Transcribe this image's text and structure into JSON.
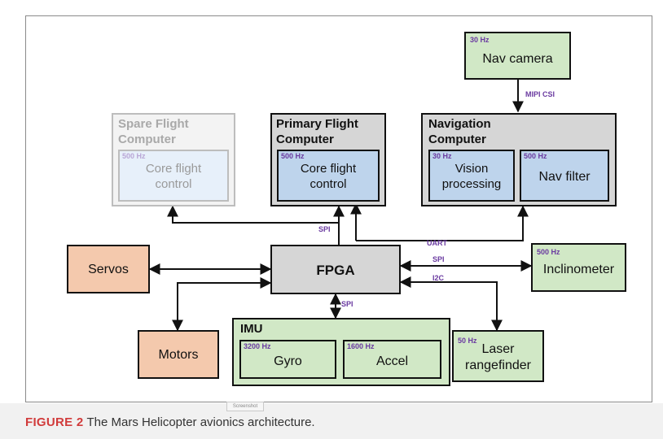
{
  "caption": {
    "figure_label": "FIGURE 2",
    "text": "The Mars Helicopter avionics architecture."
  },
  "blocks": {
    "nav_camera": {
      "freq": "30 Hz",
      "label": "Nav camera"
    },
    "spare": {
      "title_line1": "Spare Flight",
      "title_line2": "Computer",
      "freq": "500 Hz",
      "label_line1": "Core flight",
      "label_line2": "control"
    },
    "primary": {
      "title_line1": "Primary Flight",
      "title_line2": "Computer",
      "freq": "500 Hz",
      "label_line1": "Core flight",
      "label_line2": "control"
    },
    "navigation": {
      "title_line1": "Navigation",
      "title_line2": "Computer",
      "vision": {
        "freq": "30 Hz",
        "label_line1": "Vision",
        "label_line2": "processing"
      },
      "nav_filter": {
        "freq": "500 Hz",
        "label": "Nav filter"
      }
    },
    "servos": {
      "label": "Servos"
    },
    "fpga": {
      "label": "FPGA"
    },
    "inclinometer": {
      "freq": "500 Hz",
      "label": "Inclinometer"
    },
    "motors": {
      "label": "Motors"
    },
    "imu": {
      "title": "IMU",
      "gyro": {
        "freq": "3200 Hz",
        "label": "Gyro"
      },
      "accel": {
        "freq": "1600 Hz",
        "label": "Accel"
      }
    },
    "laser": {
      "freq": "50 Hz",
      "label_line1": "Laser",
      "label_line2": "rangefinder"
    }
  },
  "links": {
    "mipi": "MIPI CSI",
    "spi_primary": "SPI",
    "uart": "UART",
    "spi_incl": "SPI",
    "i2c": "I2C",
    "spi_imu": "SPI"
  },
  "overlay": {
    "thumb": "Screenshot"
  },
  "colors": {
    "gray_box": "#d6d6d6",
    "blue_box": "#bed4ec",
    "green_box": "#d1e8c6",
    "orange_box": "#f4c9ad",
    "freq_text": "#6a3aa0",
    "caption_label": "#d13b3b"
  }
}
